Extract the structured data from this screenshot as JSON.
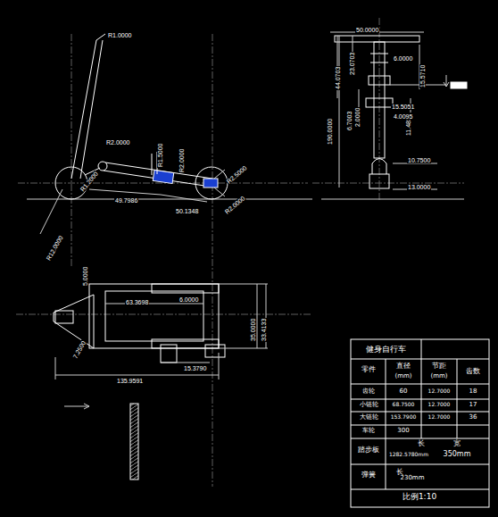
{
  "diagram": {
    "title": "健身自行车",
    "labels": [
      "R1.0000",
      "R2.0000",
      "R1.5000",
      "R2.0000",
      "R1.2000",
      "R2.5000",
      "R2.0000",
      "49.7986",
      "50.1348",
      "R12.0000",
      "50.0000",
      "44.0703",
      "23.0703",
      "6.0000",
      "15.5710",
      "190.0000",
      "6.7003",
      "2.0000",
      "15.5051",
      "11.4837",
      "4.0095",
      "10.7500",
      "13.0000",
      "5.0000",
      "63.3698",
      "6.0000",
      "35.0000",
      "33.4133",
      "15.3790",
      "135.9591",
      "7.2500",
      "零件",
      "直径",
      "(mm)",
      "节距",
      "(mm)",
      "齿数",
      "齿轮",
      "60",
      "12.7000",
      "18",
      "小链轮",
      "68.7500",
      "12.7000",
      "17",
      "大链轮",
      "153.7900",
      "12.7000",
      "36",
      "车轮",
      "300",
      "踏步板",
      "长",
      "1282.5780mm",
      "宽",
      "350mm",
      "弹簧",
      "长",
      "230mm",
      "比例1:10"
    ]
  }
}
